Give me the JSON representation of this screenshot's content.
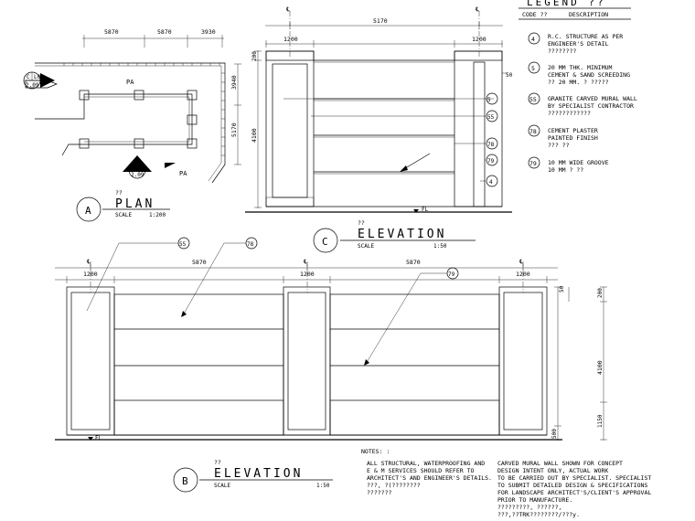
{
  "legend": {
    "title": "LEGEND ??",
    "col_code": "CODE ??",
    "col_desc": "DESCRIPTION \u0018",
    "items": [
      {
        "code": "4",
        "lines": [
          "R.C. STRUCTURE AS PER",
          "ENGINEER'S DETAIL",
          "\u0018?\u0018?\u0018?\u0018???\u0018\u0018??"
        ]
      },
      {
        "code": "5",
        "lines": [
          "20 MM THK. MINIMUM",
          "CEMENT & SAND SCREEDING",
          "??    20 MM. ? ???\u0018??"
        ]
      },
      {
        "code": "55",
        "lines": [
          "GRANITE CARVED MURAL WALL",
          "BY SPECIALIST CONTRACTOR",
          "?????\u0018\u0018????\u0018??\u0018?"
        ]
      },
      {
        "code": "78",
        "lines": [
          "CEMENT PLASTER",
          "PAINTED FINISH",
          "??\u0018? ?\u0018?"
        ]
      },
      {
        "code": "79",
        "lines": [
          "10 MM WIDE GROOVE",
          "10 MM ? ??"
        ]
      }
    ]
  },
  "plan": {
    "marker": "A",
    "title_cn": "??\u0018",
    "title": "PLAN",
    "scale_label": "SCALE",
    "scale": "1:200",
    "dims": [
      "5870",
      "5870",
      "3930"
    ],
    "side_dims": [
      "3940",
      "5170"
    ],
    "area_labels": [
      "PA",
      "PA"
    ],
    "callout1": {
      "id": "C",
      "ref": "L0",
      "sheet": "2.09"
    },
    "callout2": {
      "id": "B",
      "ref": "L0",
      "sheet": "2.09"
    }
  },
  "elev_c": {
    "marker": "C",
    "title_cn": "??\u0018",
    "title": "ELEVATION",
    "scale_label": "SCALE",
    "scale": "1:50",
    "dim_total": "5170",
    "dim_left": "1200",
    "dim_right": "1200",
    "dim_top": "200",
    "dim_height": "4100",
    "dim_small": "50",
    "fl": "FL",
    "grid": "℄",
    "tags": [
      "55",
      "78",
      "79",
      "4",
      "5"
    ]
  },
  "elev_b": {
    "marker": "B",
    "title_cn": "??\u0018",
    "title": "ELEVATION",
    "scale_label": "SCALE",
    "scale": "1:50",
    "dims_top": [
      "5870",
      "5870"
    ],
    "dims_piers": [
      "1200",
      "1200",
      "1200"
    ],
    "dim_right_top": "200",
    "dim_right_small": "50",
    "dim_height": "4100",
    "dim_low": "1150",
    "dim_base": "500",
    "fl": "FL",
    "grid": "℄",
    "tags": [
      "55",
      "78",
      "79"
    ]
  },
  "notes": {
    "title": "NOTES: \u0018:",
    "lines": [
      "ALL STRUCTURAL, WATERPROOFING AND",
      "E & M SERVICES SHOULD REFER TO",
      "ARCHITECT'S AND ENGINEER'S DETAILS.",
      "??\u0018?, ?(?\u0018?????\u0018\u0018??",
      "\u0018\u0018\u0018???????\u0018\u0018"
    ]
  },
  "concept_note": {
    "lines": [
      "CARVED MURAL WALL SHOWN FOR CONCEPT",
      "DESIGN INTENT ONLY, ACTUAL WORK",
      "TO BE CARRIED OUT BY SPECIALIST. SPECIALIST",
      "TO SUBMIT DETAILED DESIGN & SPECIFICATIONS",
      "FOR LANDSCAPE ARCHITECT'S/CLIENT'S APPROVAL",
      "PRIOR TO MANUFACTURE.",
      "\u0018???\u0018\u0018\u0018?????\u0018?,  \u0018\u0018?????\u0018?,",
      "???,??\u0018TRK????\u0018\u0018????/???y."
    ]
  }
}
